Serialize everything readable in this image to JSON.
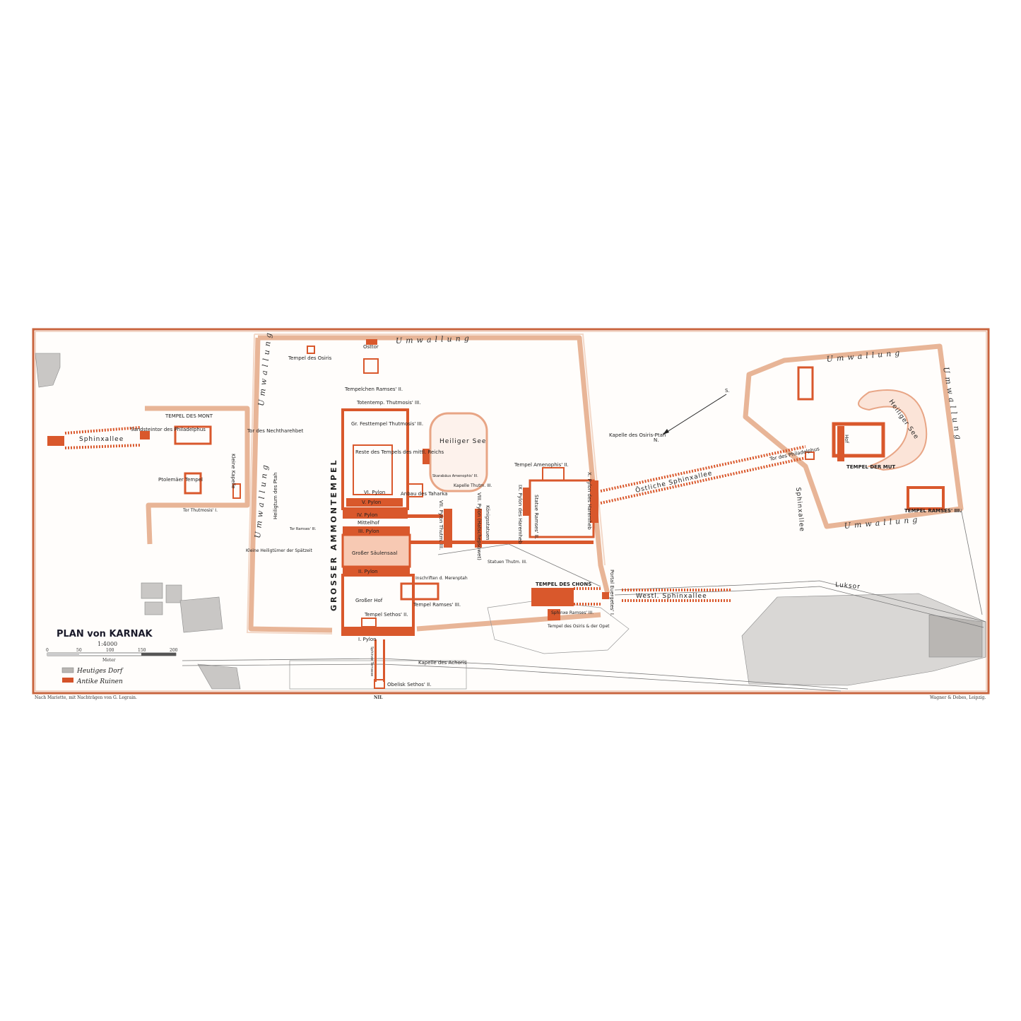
{
  "map": {
    "title": "PLAN von KARNAK",
    "scale": "1:4000",
    "scale_ticks": [
      "0",
      "50",
      "100",
      "150",
      "200"
    ],
    "scale_unit": "Meter",
    "legend": [
      {
        "label": "Heutiges Dorf",
        "color": "#b9b6b3"
      },
      {
        "label": "Antike Ruinen",
        "color": "#d4532a"
      }
    ],
    "credit_left": "Nach Mariette, mit Nachträgen von G. Legrain.",
    "credit_center": "NIL",
    "credit_right": "Wagner & Debes, Leipzig.",
    "colors": {
      "ruins": "#d9582c",
      "wall": "#e8b597",
      "village": "#c9c7c5",
      "frame": "#c8643e"
    },
    "labels": {
      "umwallung": "Umwallung",
      "osttor": "Osttor",
      "tempel_osiris": "Tempel des Osiris",
      "tempelchen_ramses": "Tempelchen Ramses' II.",
      "totentemp": "Totentemp. Thutmosis' III.",
      "festtempel": "Gr. Festtempel Thutmosis' III.",
      "reste": "Reste des Tempels des mittl. Reichs",
      "heiliger_see": "Heiliger See",
      "skarabaeus": "Skarabäus Amenophis' III.",
      "anbau": "Anbau des Taharka",
      "grosser_ammontempel": "GROSSER AMMONTEMPEL",
      "vi_pylon": "VI. Pylon",
      "v_pylon": "V. Pylon",
      "iv_pylon": "IV. Pylon",
      "mittelhof": "Mittelhof",
      "iii_pylon": "III. Pylon",
      "saeulensaal": "Großer Säulensaal",
      "ii_pylon": "II. Pylon",
      "grosser_hof": "Großer Hof",
      "tempel_ramses3": "Tempel Ramses' III.",
      "tempel_sethos": "Tempel Sethos' II.",
      "i_pylon": "I. Pylon",
      "sphinx_terrasse": "Sphinxe Terrasse",
      "obelisk": "Obelisk Sethos' II.",
      "kapelle_achoris": "Kapelle des Achoris",
      "inschriften": "Inschriften d. Merenptah",
      "vii_pylon": "VII. Pylon Thutm. III.",
      "kapelle_thutm": "Kapelle Thutm. III.",
      "statuen": "Statuen Thutm. III.",
      "viii_pylon": "VIII. Pylon (Hatschepsowet)",
      "koenigsstatuen": "Königsstatuen",
      "tempel_amenophis": "Tempel Amenophis' II.",
      "ix_pylon": "IX. Pylon des Haremheb",
      "statue_ramses": "Statue Ramses' II.",
      "x_pylon": "X. Pylon des Haremheb",
      "kapelle_osiris_ptah": "Kapelle des Osiris-Ptah",
      "oestliche_sphinxallee": "Östliche Sphinxallee",
      "tor_philadelphus": "Tor des Philadelphus",
      "sphinxallee_s": "Sphinxallee",
      "tempel_der_mut": "TEMPEL DER MUT",
      "hof": "Hof",
      "heiliger_see_mut": "Heiliger See",
      "tempel_ramses3_mut": "TEMPEL RAMSES' III.",
      "tempel_chons": "TEMPEL DES CHONS",
      "sphinxe_ramses": "Sphinxe Ramses' III.",
      "tempel_osiris_opet": "Tempel des Osiris & der Opet",
      "portal_euergetes": "Portal Euergetes' I.",
      "westl_sphinxallee": "Westl. Sphinxallee",
      "luksor": "Luksor",
      "tempel_mont": "TEMPEL DES MONT",
      "sandsteintor": "Sandsteintor des Philadelphus",
      "sphinxallee_w": "Sphinxallee",
      "tor_nechtharehbet": "Tor des Nechtharehbet",
      "kleine_kapelle": "Kleine Kapelle",
      "ptolemaeer": "Ptolemäer Tempel",
      "tor_thutmosis": "Tor Thutmosis' I.",
      "heiligtum_ptah": "Heiligtum des Ptah",
      "tor_ramses": "Tor Ramses' III.",
      "kleine_heiligtuemer": "Kleine Heiligtümer der Spätzeit",
      "north": "N.",
      "south": "S."
    }
  }
}
